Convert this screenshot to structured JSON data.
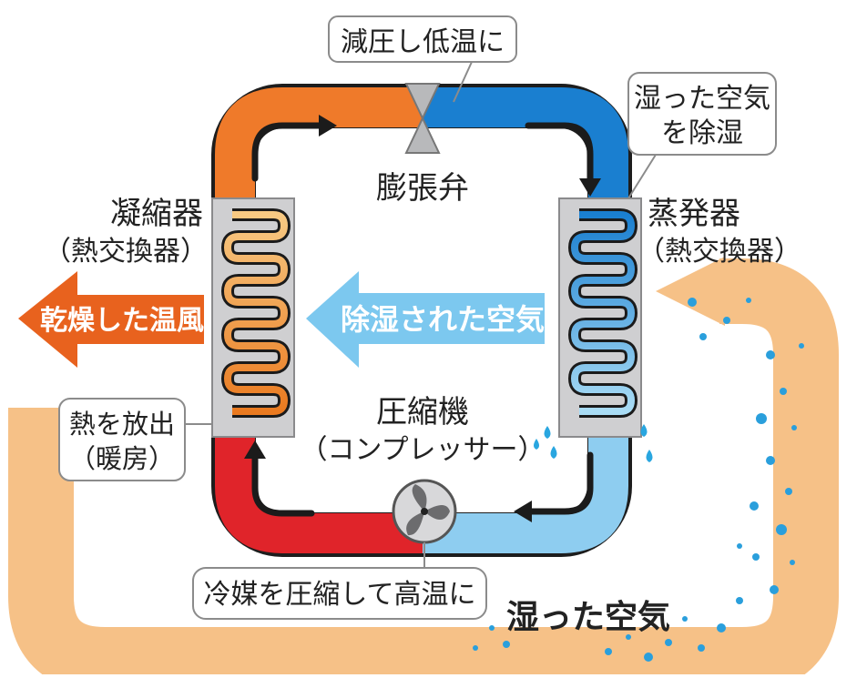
{
  "labels": {
    "expansion_note": "減圧し低温に",
    "dehumidify_note_line1": "湿った空気",
    "dehumidify_note_line2": "を除湿",
    "expansion_valve": "膨張弁",
    "condenser": "凝縮器",
    "condenser_sub": "（熱交換器）",
    "evaporator": "蒸発器",
    "evaporator_sub": "（熱交換器）",
    "dry_warm_air": "乾燥した温風",
    "dehumidified_air": "除湿された空気",
    "compressor": "圧縮機",
    "compressor_sub": "（コンプレッサー）",
    "heat_release_line1": "熱を放出",
    "heat_release_line2": "（暖房）",
    "compress_note": "冷媒を圧縮して高温に",
    "humid_air": "湿った空気"
  },
  "colors": {
    "hot_pipe": "#e8621e",
    "hot_pipe_red": "#e0242a",
    "cold_pipe": "#1a7fd0",
    "cold_pipe_light": "#8ecdf0",
    "air_flow": "#f6c187",
    "arrow_orange": "#e8621e",
    "arrow_light_blue": "#7cc8ef",
    "heat_exchanger": "#cfcfd1"
  }
}
